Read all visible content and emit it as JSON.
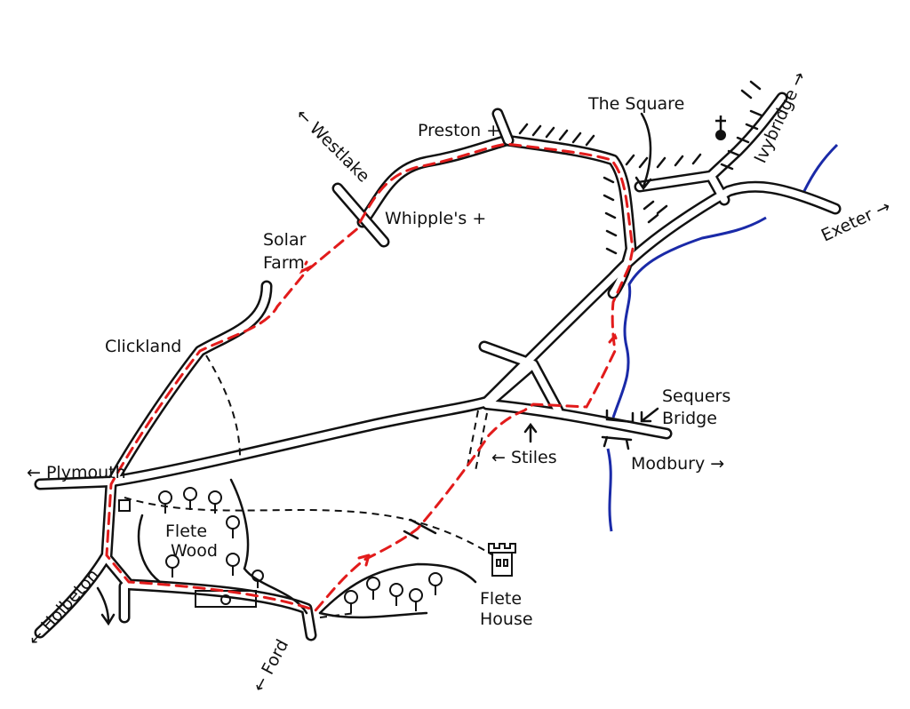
{
  "map": {
    "colors": {
      "road": "#111111",
      "route": "#e21b1b",
      "river": "#1a2aa8",
      "paper": "#ffffff"
    },
    "labels": {
      "westlake": "← Westlake",
      "preston": "Preston +",
      "whipples": "Whipple's +",
      "the_square": "The Square",
      "ivybridge": "Ivybridge →",
      "exeter": "Exeter →",
      "solar_farm_1": "Solar",
      "solar_farm_2": "Farm",
      "clickland": "Clickland",
      "sequers_1": "Sequers",
      "sequers_2": "Bridge",
      "modbury": "Modbury →",
      "stiles": "← Stiles",
      "plymouth": "← Plymouth",
      "flete_wood_1": "Flete",
      "flete_wood_2": "Wood",
      "flete_house_1": "Flete",
      "flete_house_2": "House",
      "holbeton": "← Holbeton",
      "ford": "← Ford"
    },
    "icons": [
      "church-icon",
      "castle-icon",
      "tree-icon",
      "arrow-icon"
    ]
  }
}
